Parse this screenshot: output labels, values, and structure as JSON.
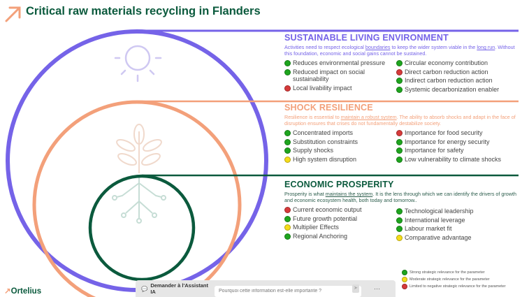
{
  "title": "Critical raw materials recycling in Flanders",
  "colors": {
    "purple": "#7563e8",
    "orange": "#f3a07a",
    "green": "#0b5a3d",
    "strong": "#1ea51e",
    "moderate": "#f5dc1a",
    "limited": "#d63a3a"
  },
  "sections": [
    {
      "title": "SUSTAINABLE LIVING ENVIRONMENT",
      "desc_pre": "Activities need to respect ecological ",
      "desc_link1": "boundaries",
      "desc_mid": " to keep the wider system viable in the ",
      "desc_link2": "long run",
      "desc_post": ". Without this foundation, economic and social gains cannot be sustained.",
      "left": [
        {
          "label": "Reduces environmental pressure",
          "status": "strong"
        },
        {
          "label": "Reduced impact on social sustainability",
          "status": "strong"
        },
        {
          "label": "Local livability impact",
          "status": "limited"
        }
      ],
      "right": [
        {
          "label": "Circular economy contribution",
          "status": "strong"
        },
        {
          "label": "Direct carbon reduction action",
          "status": "limited"
        },
        {
          "label": "Indirect carbon reduction action",
          "status": "strong"
        },
        {
          "label": "Systemic decarbonization enabler",
          "status": "strong"
        }
      ]
    },
    {
      "title": "SHOCK RESILIENCE",
      "desc_pre": "Resilience is essential to ",
      "desc_link1": "maintain a robust system",
      "desc_post": ". The ability to absorb shocks and adapt in the face of disruption ensures that crises do not fundamentally destabilize society.",
      "left": [
        {
          "label": "Concentrated imports",
          "status": "strong"
        },
        {
          "label": "Substitution constraints",
          "status": "strong"
        },
        {
          "label": "Supply shocks",
          "status": "strong"
        },
        {
          "label": "High system disruption",
          "status": "moderate"
        }
      ],
      "right": [
        {
          "label": "Importance for food security",
          "status": "limited"
        },
        {
          "label": "Importance for energy security",
          "status": "strong"
        },
        {
          "label": "Importance for safety",
          "status": "strong"
        },
        {
          "label": "Low vulnerability to climate shocks",
          "status": "strong"
        }
      ]
    },
    {
      "title": "ECONOMIC PROSPERITY",
      "desc_pre": "Prosperity is what ",
      "desc_link1": "maintains the system",
      "desc_post": ". It is the lens through which we can identify the drivers of growth and economic ecosystem health, both today and tomorrow..",
      "left": [
        {
          "label": "Current economic output",
          "status": "limited"
        },
        {
          "label": "Future growth potential",
          "status": "strong"
        },
        {
          "label": "Multiplier Effects",
          "status": "moderate"
        },
        {
          "label": "Regional Anchoring",
          "status": "strong"
        }
      ],
      "right": [
        {
          "label": "Technological leadership",
          "status": "strong"
        },
        {
          "label": "International leverage",
          "status": "strong"
        },
        {
          "label": "Labour market fit",
          "status": "strong"
        },
        {
          "label": "Comparative advantage",
          "status": "moderate"
        }
      ]
    }
  ],
  "legend": [
    {
      "label": "Strong strategic relevance for the parameter",
      "status": "strong"
    },
    {
      "label": "Moderate strategic relevance for the parameter",
      "status": "moderate"
    },
    {
      "label": "Limited to negative strategic relevance for the parameter",
      "status": "limited"
    }
  ],
  "logo": "Ortelius",
  "assistant": {
    "label": "Demander à l'Assistant IA",
    "placeholder": "Pourquoi cette information est-elle importante ?",
    "more": "···"
  }
}
